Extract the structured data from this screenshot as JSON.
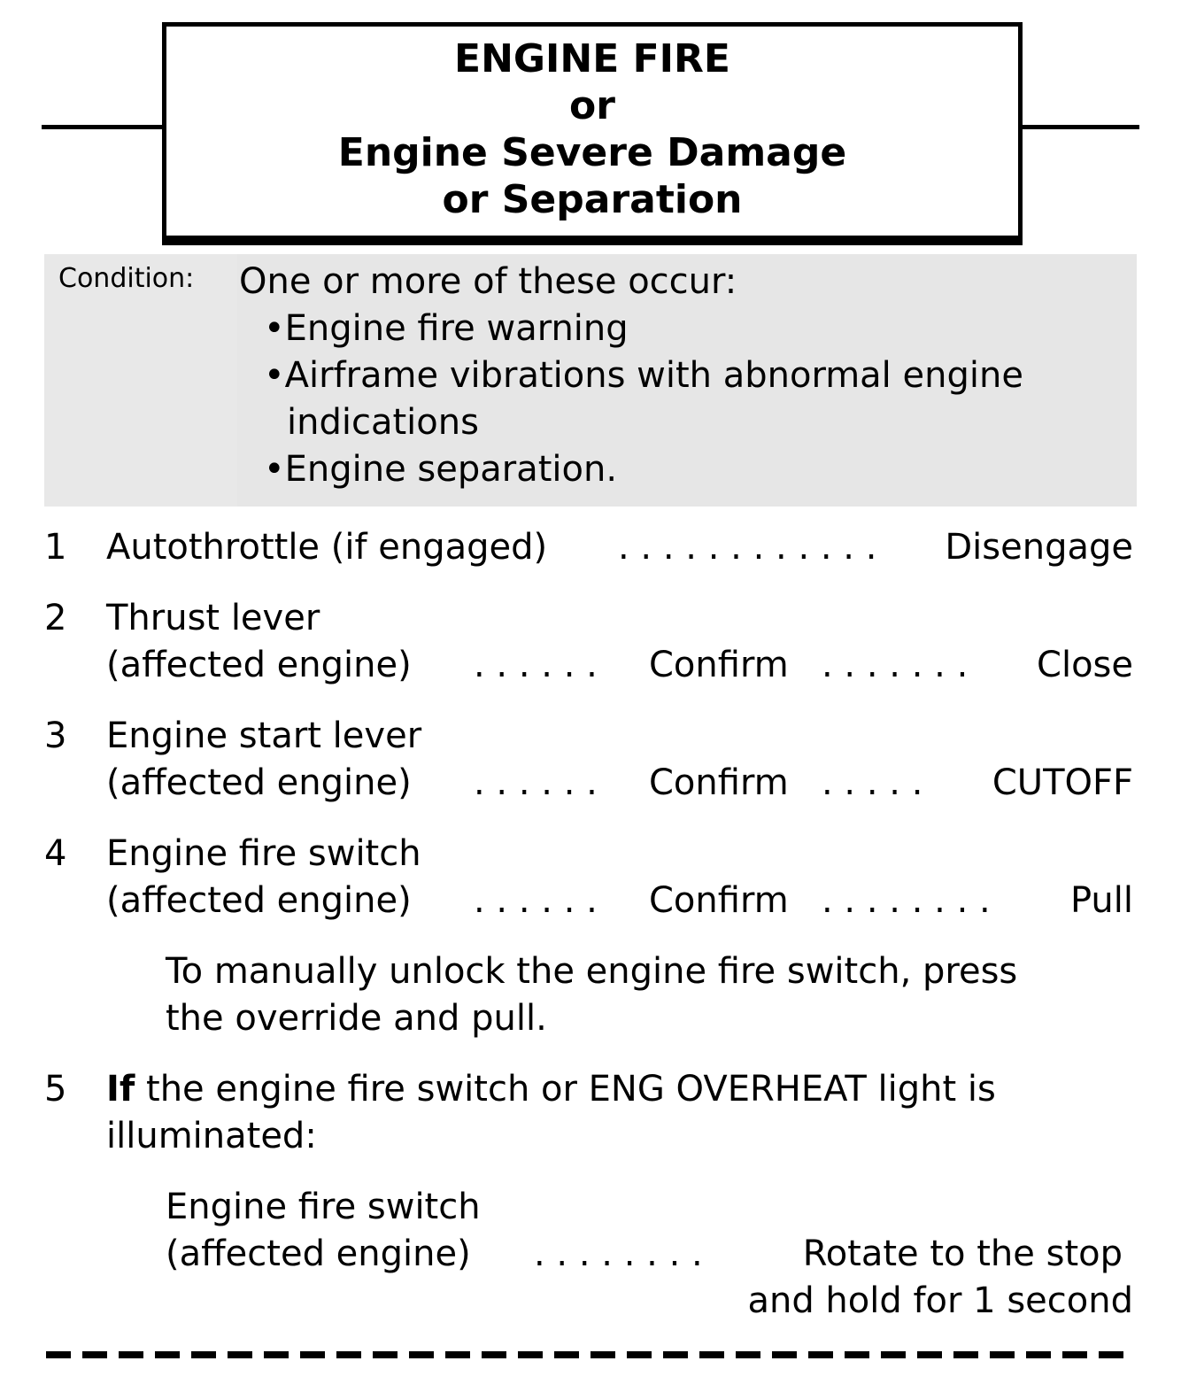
{
  "title": {
    "lines": [
      "ENGINE FIRE",
      "or",
      "Engine Severe Damage",
      "or Separation"
    ]
  },
  "condition": {
    "label": "Condition:",
    "intro": "One or more of these occur:",
    "bullets": [
      "•Engine fire warning",
      "•Airframe vibrations with abnormal engine",
      "indications",
      "•Engine separation."
    ]
  },
  "steps": [
    {
      "num": "1",
      "item": "Autothrottle (if engaged)",
      "dots": ". . . . . . . . . . . .",
      "action": "Disengage"
    },
    {
      "num": "2",
      "item": "Thrust lever",
      "sub": "(affected engine)",
      "dots1": ". . . . . .",
      "confirm": "Confirm",
      "dots2": ". . . . . . .",
      "action": "Close"
    },
    {
      "num": "3",
      "item": "Engine start lever",
      "sub": "(affected engine)",
      "dots1": ". . . . . .",
      "confirm": "Confirm",
      "dots2": ". . . . .",
      "action": "CUTOFF"
    },
    {
      "num": "4",
      "item": "Engine fire switch",
      "sub": "(affected engine)",
      "dots1": ". . . . . .",
      "confirm": "Confirm",
      "dots2": ". . . . . . . .",
      "action": "Pull",
      "note": [
        "To manually unlock the engine fire switch, press",
        "the override and pull."
      ]
    },
    {
      "num": "5",
      "if": "If",
      "cond1": " the engine fire switch or ENG OVERHEAT light is",
      "cond2": "illuminated:",
      "item": "Engine fire switch",
      "sub": "(affected engine)",
      "dots": ". . . . . . . .",
      "action1": "Rotate to the stop",
      "action2": "and hold for 1 second"
    }
  ]
}
